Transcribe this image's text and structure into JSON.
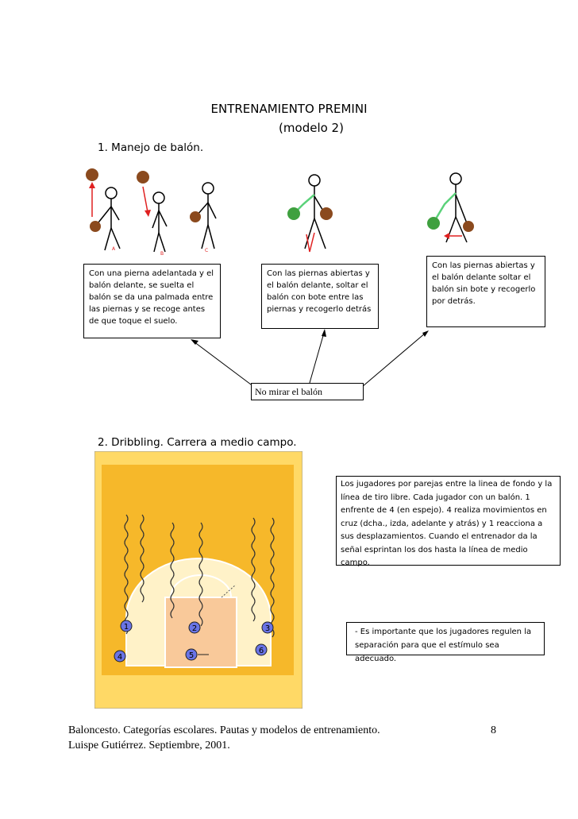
{
  "header": {
    "title": "ENTRENAMIENTO PREMINI",
    "subtitle": "(modelo 2)"
  },
  "section1": {
    "heading": "1.  Manejo de balón.",
    "figure_labels": [
      "A",
      "B",
      "C"
    ],
    "box_left": "Con una pierna adelantada y el balón delante, se suelta el balón se da una palmada entre las piernas y se recoge antes de que toque el suelo.",
    "box_middle": "Con las piernas abiertas y el balón delante, soltar el balón con bote entre las piernas y recogerlo detrás",
    "box_right": "Con las piernas abiertas y el balón delante soltar el balón sin bote y recogerlo por detrás.",
    "note": "No mirar el balón"
  },
  "section2": {
    "heading": "2.  Dribbling. Carrera a medio campo.",
    "players": [
      "1",
      "2",
      "3",
      "4",
      "5",
      "6"
    ],
    "box_description": "Los jugadores por parejas entre la linea de fondo y la línea de tiro libre. Cada jugador con un balón. 1 enfrente de 4 (en espejo). 4 realiza movimientos en cruz (dcha., izda, adelante y atrás) y 1 reacciona a sus desplazamientos. Cuando el entrenador da la señal esprintan los dos hasta la línea de medio campo.",
    "box_note": "- Es importante que los jugadores regulen la separación para que el estímulo sea adecuado."
  },
  "footer": {
    "line1": "Baloncesto. Categorías escolares. Pautas y modelos de entrenamiento.",
    "page": "8",
    "line2": "Luispe Gutiérrez. Septiembre, 2001."
  },
  "colors": {
    "court_outer": "#FFD966",
    "court_inner": "#F6B82A",
    "key_area": "#F9C99A",
    "semicircle": "#FFF2C8",
    "player": "#6A74E6",
    "ball_brown": "#8B4A1E",
    "ball_green": "#3FA03F",
    "arrow_red": "#E02020",
    "limb_green": "#5BD27A"
  }
}
